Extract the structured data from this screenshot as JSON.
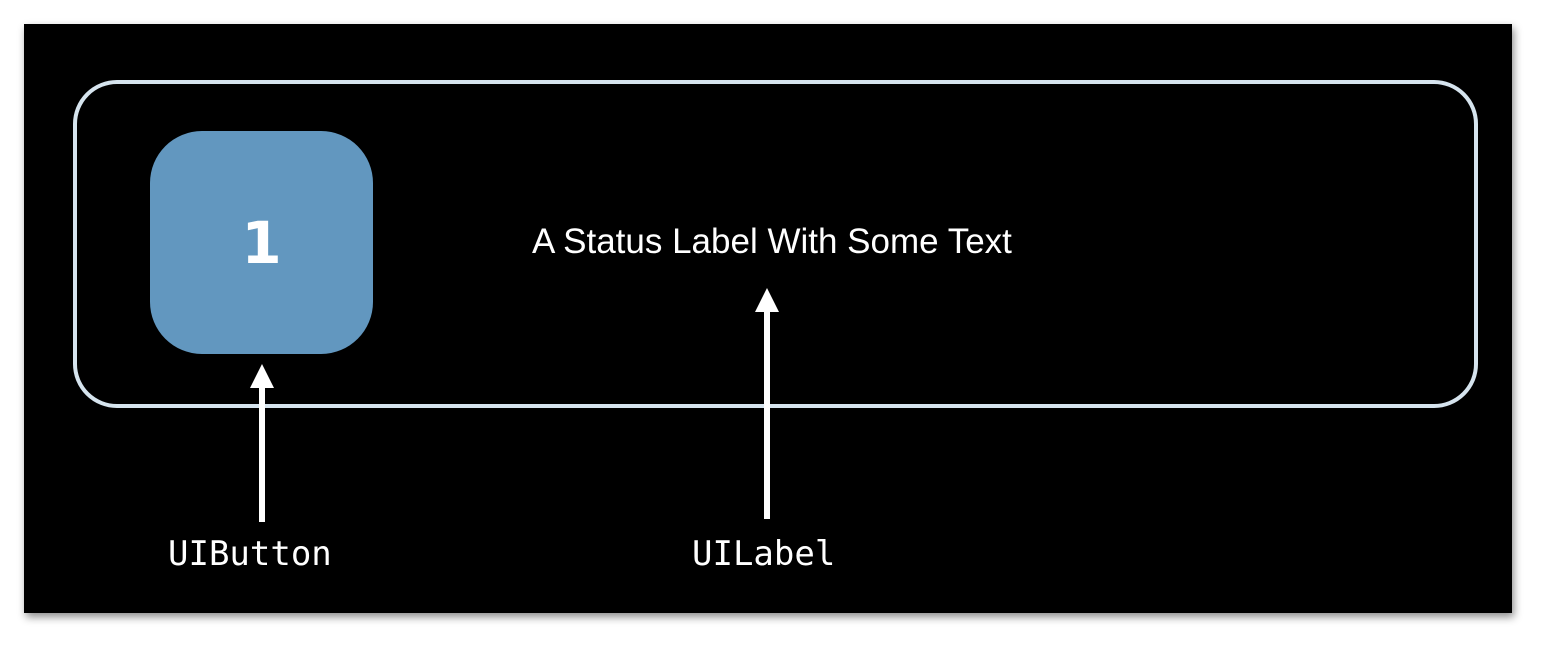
{
  "diagram": {
    "button_text": "1",
    "status_label": "A Status Label With Some Text",
    "captions": {
      "button": "UIButton",
      "label": "UILabel"
    }
  },
  "colors": {
    "background": "#000000",
    "outline": "#d6e4ee",
    "button_fill": "#6297bf",
    "text": "#ffffff"
  }
}
